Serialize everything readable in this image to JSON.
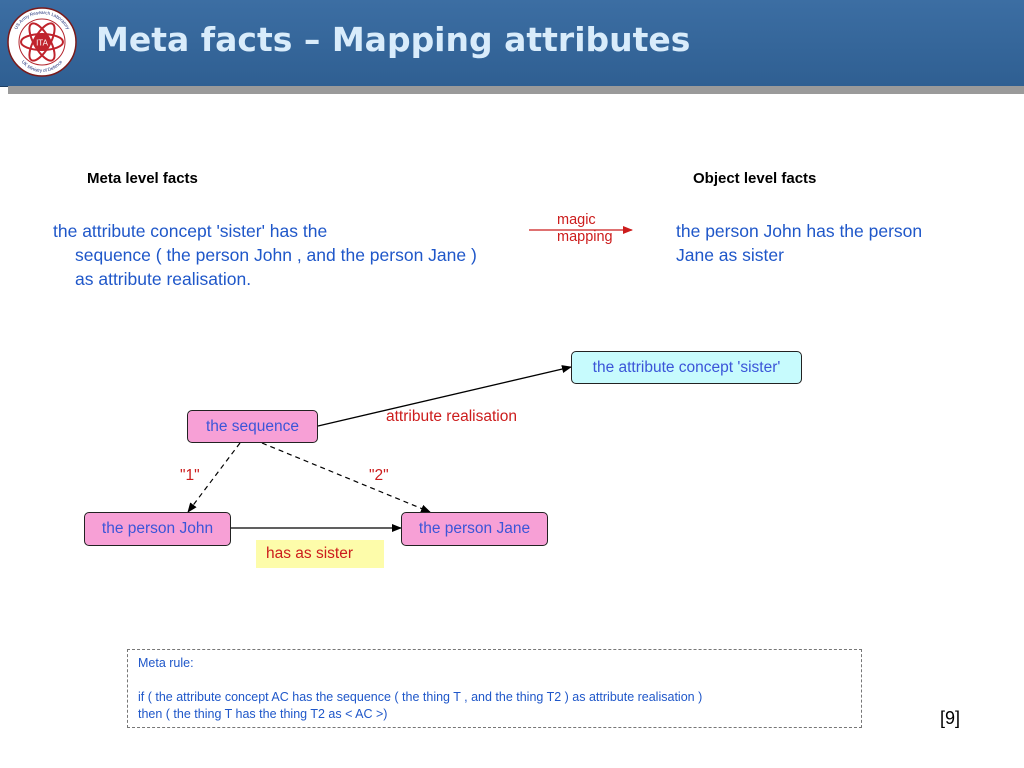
{
  "slide": {
    "title": "Meta facts – Mapping attributes",
    "logo": {
      "icon": "atom-seal-icon",
      "center_text": "ITA",
      "ring_top": "US Army Research Laboratory",
      "ring_bottom": "UK Ministry of Defence"
    }
  },
  "columns": {
    "meta_heading": "Meta level facts",
    "object_heading": "Object level facts"
  },
  "meta_fact": {
    "line1": "the attribute concept 'sister' has the",
    "line2": "sequence ( the person John , and the person Jane )",
    "line3": "as attribute realisation."
  },
  "mapping": {
    "line1": "magic",
    "line2": "mapping",
    "arrow_color": "#cc1c1c"
  },
  "object_fact": {
    "line1": "the person John has the person",
    "line2": "Jane as sister"
  },
  "diagram": {
    "nodes": {
      "concept": "the attribute concept 'sister'",
      "sequence": "the sequence",
      "john": "the person John",
      "jane": "the person Jane"
    },
    "labels": {
      "attribute_realisation": "attribute realisation",
      "first": "\"1\"",
      "second": "\"2\"",
      "has_as_sister": "has as sister"
    },
    "colors": {
      "node_pink": "#f7a0d6",
      "node_cyan": "#c7fbfd",
      "label_red": "#cc1c1c",
      "text_blue": "#3b55d8",
      "note_yellow": "#fdfcaa"
    }
  },
  "meta_rule": {
    "heading": "Meta rule:",
    "line1": "if ( the attribute concept AC has the sequence ( the thing T , and the thing T2 ) as attribute realisation )",
    "line2": "then ( the thing T has the thing T2 as < AC >)"
  },
  "reference": "[9]"
}
